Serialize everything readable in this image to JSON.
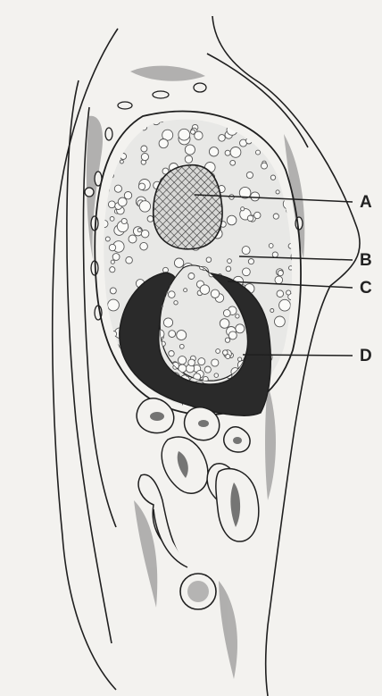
{
  "labels": [
    {
      "key": "A",
      "text": "A"
    },
    {
      "key": "B",
      "text": "B"
    },
    {
      "key": "C",
      "text": "C"
    },
    {
      "key": "D",
      "text": "D"
    }
  ],
  "colors": {
    "paper": "#f3f2ef",
    "ink": "#1f1f1f",
    "dark_fill": "#2a2a2a",
    "muscle": "#7a7a7a",
    "bubble_fill": "#e8e8e6"
  }
}
